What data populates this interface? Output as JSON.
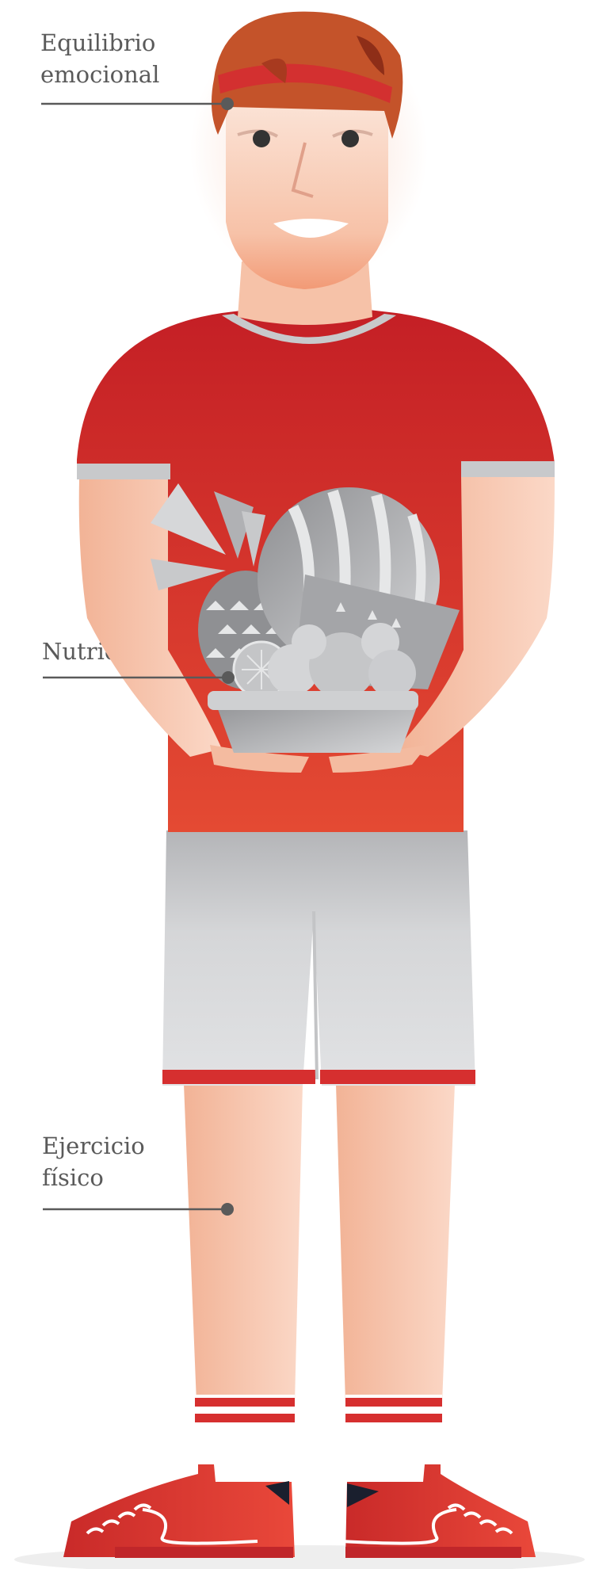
{
  "labels": {
    "emotional": [
      "Equilibrio",
      "emocional"
    ],
    "nutrition": [
      "Nutrición"
    ],
    "exercise": [
      "Ejercicio",
      "físico"
    ]
  },
  "colors": {
    "shirt": "#c41f25",
    "shirt_bottom": "#e44a33",
    "hair": "#c4532a",
    "headband": "#d33030",
    "skin": "#f6c0a4",
    "shorts": "#d4d5d7",
    "shoes": "#dc3a2e",
    "leader_line": "#5a5a5a"
  },
  "icons": [
    "person-figure",
    "fruit-basket-icon",
    "pineapple-icon",
    "watermelon-icon",
    "sneaker-icon"
  ]
}
